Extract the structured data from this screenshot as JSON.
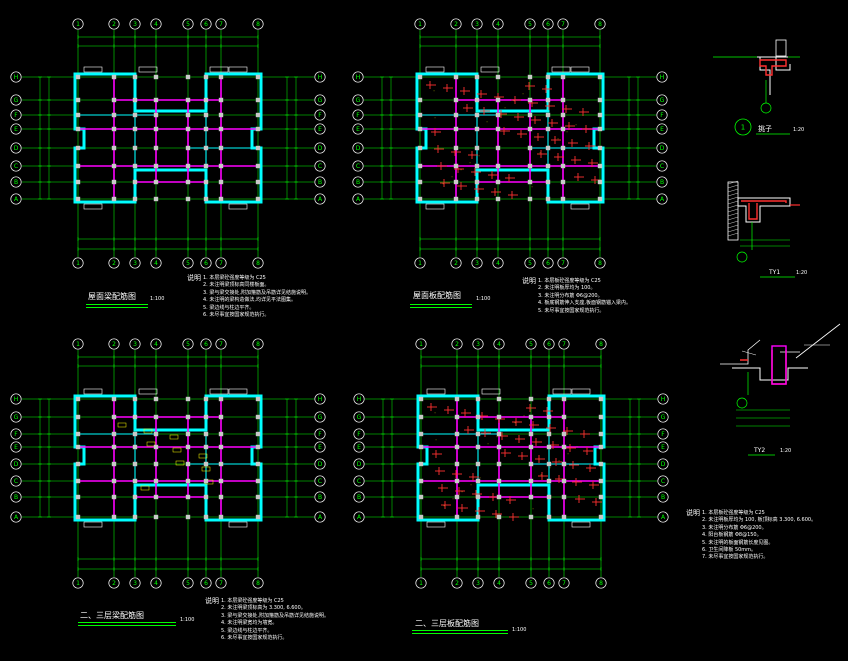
{
  "plans": [
    {
      "id": "roof-beam",
      "title": "屋面梁配筋图",
      "scale": "1:100",
      "cols": [
        "1",
        "2",
        "3",
        "4",
        "5",
        "6",
        "7",
        "8"
      ],
      "rows": [
        "H",
        "G",
        "F",
        "E",
        "D",
        "C",
        "B",
        "A"
      ],
      "notes_title": "说明",
      "notes": [
        "1. 本层梁砼强度等级为 C25",
        "2. 未注明梁顶标高同楼板面。",
        "3. 梁与梁交接处,附加箍筋及吊筋详见结施说明。",
        "4. 未注明的梁构造做法,均详见平法图集。",
        "5. 梁边线与柱边平齐。",
        "6. 未尽事宜按国家规范执行。"
      ]
    },
    {
      "id": "roof-slab",
      "title": "屋面板配筋图",
      "scale": "1:100",
      "cols": [
        "1",
        "2",
        "3",
        "4",
        "5",
        "6",
        "7",
        "8"
      ],
      "rows": [
        "H",
        "G",
        "F",
        "E",
        "D",
        "C",
        "B",
        "A"
      ],
      "notes_title": "说明",
      "notes": [
        "1. 本层板砼强度等级为 C25",
        "2. 未注明板厚均为 100。",
        "3. 未注明分布筋 Φ6@200。",
        "4. 板底钢筋伸入支座,板面钢筋锚入梁内。",
        "5. 未尽事宜按国家规范执行。"
      ]
    },
    {
      "id": "floor-beam",
      "title": "二、三层梁配筋图",
      "scale": "1:100",
      "cols": [
        "1",
        "2",
        "3",
        "4",
        "5",
        "6",
        "7",
        "8"
      ],
      "rows": [
        "H",
        "G",
        "F",
        "E",
        "D",
        "C",
        "B",
        "A"
      ],
      "notes_title": "说明",
      "notes": [
        "1. 本层梁砼强度等级为 C25",
        "2. 未注明梁顶标高为 3.300, 6.600。",
        "3. 梁与梁交接处,附加箍筋及吊筋详见结施说明。",
        "4. 未注明梁宽均为墙宽。",
        "5. 梁边线与柱边平齐。",
        "6. 未尽事宜按国家规范执行。"
      ]
    },
    {
      "id": "floor-slab",
      "title": "二、三层板配筋图",
      "scale": "1:100",
      "cols": [
        "1",
        "2",
        "3",
        "4",
        "5",
        "6",
        "7",
        "8"
      ],
      "rows": [
        "H",
        "G",
        "F",
        "E",
        "D",
        "C",
        "B",
        "A"
      ]
    }
  ],
  "details": [
    {
      "id": "detail-1",
      "marker": "1",
      "label": "挑子",
      "scale": "1:20"
    },
    {
      "id": "detail-2",
      "label": "TY1",
      "scale": "1:20"
    },
    {
      "id": "detail-3",
      "label": "TY2",
      "scale": "1:20"
    }
  ],
  "detail_notes": {
    "title": "说明",
    "lines": [
      "1. 本层板砼强度等级为 C25",
      "2. 未注明板厚均为 100, 板顶标高 3.300, 6.600。",
      "3. 未注明分布筋 Φ6@200。",
      "4. 阳台板钢筋 Φ8@150。",
      "5. 未注明的板面钢筋长度见图。",
      "6. 卫生间降板 50mm。",
      "7. 未尽事宜按国家规范执行。"
    ]
  },
  "colors": {
    "background": "#000000",
    "grid": "#00ff00",
    "bubble": "#ffffff",
    "wall": "#00ffff",
    "beam": "#ff00ff",
    "column": "#c8c8c8",
    "rebar": "#ff3030",
    "label": "#ffff00",
    "dimension": "#ffffff"
  }
}
